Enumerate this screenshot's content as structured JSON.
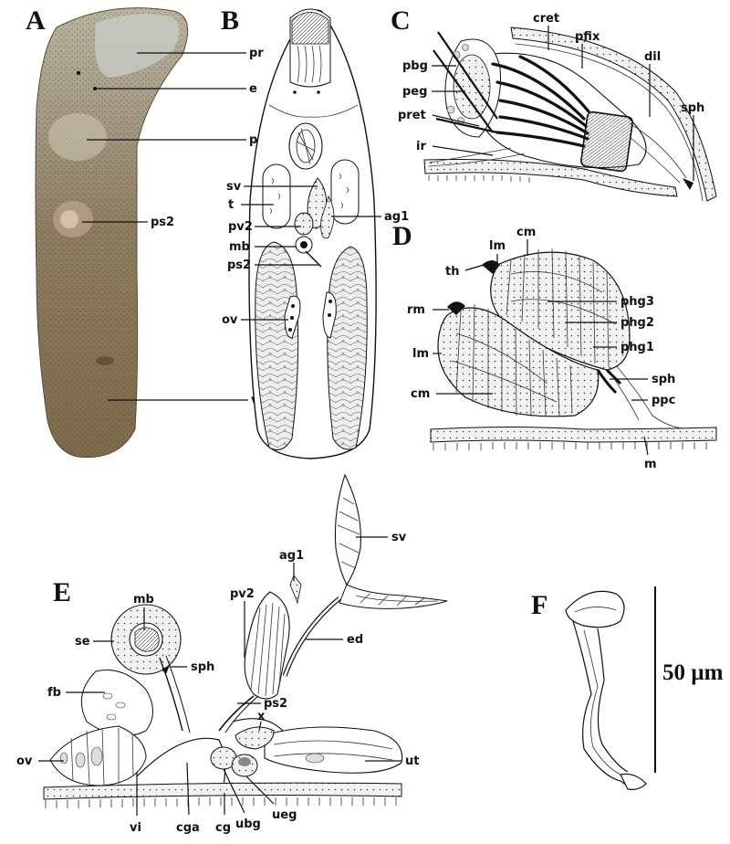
{
  "panels": {
    "A": {
      "letter": "A",
      "labels": {
        "pr": "pr",
        "e": "e",
        "ph": "ph",
        "ps2": "ps2",
        "vi": "vi"
      }
    },
    "B": {
      "letter": "B",
      "labels": {
        "sv": "sv",
        "t": "t",
        "pv2": "pv2",
        "mb": "mb",
        "ps2": "ps2",
        "ag1": "ag1",
        "ov": "ov"
      }
    },
    "C": {
      "letter": "C",
      "labels": {
        "cret": "cret",
        "pfix": "pfix",
        "dil": "dil",
        "sph": "sph",
        "pbg": "pbg",
        "peg": "peg",
        "pret": "pret",
        "ir": "ir"
      }
    },
    "D": {
      "letter": "D",
      "labels": {
        "lm_top": "lm",
        "cm_top": "cm",
        "th": "th",
        "rm": "rm",
        "lm_left": "lm",
        "cm_left": "cm",
        "phg3": "phg3",
        "phg2": "phg2",
        "phg1": "phg1",
        "sph": "sph",
        "ppc": "ppc",
        "m": "m"
      }
    },
    "E": {
      "letter": "E",
      "labels": {
        "sv": "sv",
        "ag1": "ag1",
        "pv2": "pv2",
        "mb": "mb",
        "se": "se",
        "sph": "sph",
        "ed": "ed",
        "fb": "fb",
        "ps2": "ps2",
        "x": "x",
        "ov": "ov",
        "ut": "ut",
        "vi": "vi",
        "cga": "cga",
        "cg": "cg",
        "ubg": "ubg",
        "ueg": "ueg"
      }
    },
    "F": {
      "letter": "F",
      "scale_label": "50 µm"
    }
  },
  "colors": {
    "photo_bg": "#8a7a5e",
    "photo_light": "#c9c7b8",
    "ink": "#111111"
  }
}
